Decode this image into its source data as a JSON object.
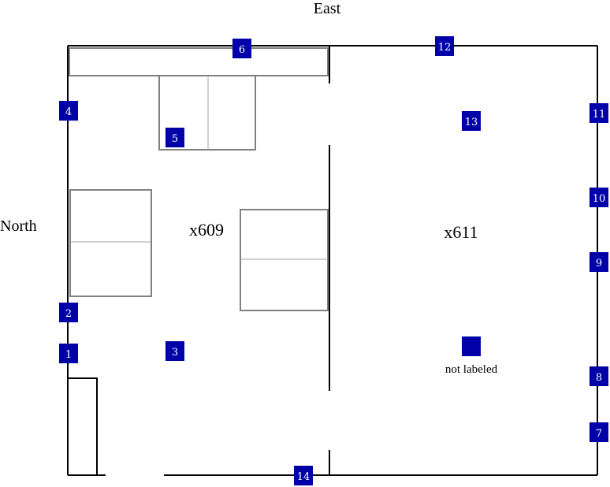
{
  "compass": {
    "east": "East",
    "north": "North"
  },
  "rooms": {
    "left": "x609",
    "right": "x611"
  },
  "sensors": [
    "1",
    "2",
    "3",
    "4",
    "5",
    "6",
    "7",
    "8",
    "9",
    "10",
    "11",
    "12",
    "13",
    "14"
  ],
  "unlabeled_sensor": "not labeled",
  "colors": {
    "sensor": "#0000a8",
    "wall": "#000000",
    "furniture": "#808080"
  }
}
